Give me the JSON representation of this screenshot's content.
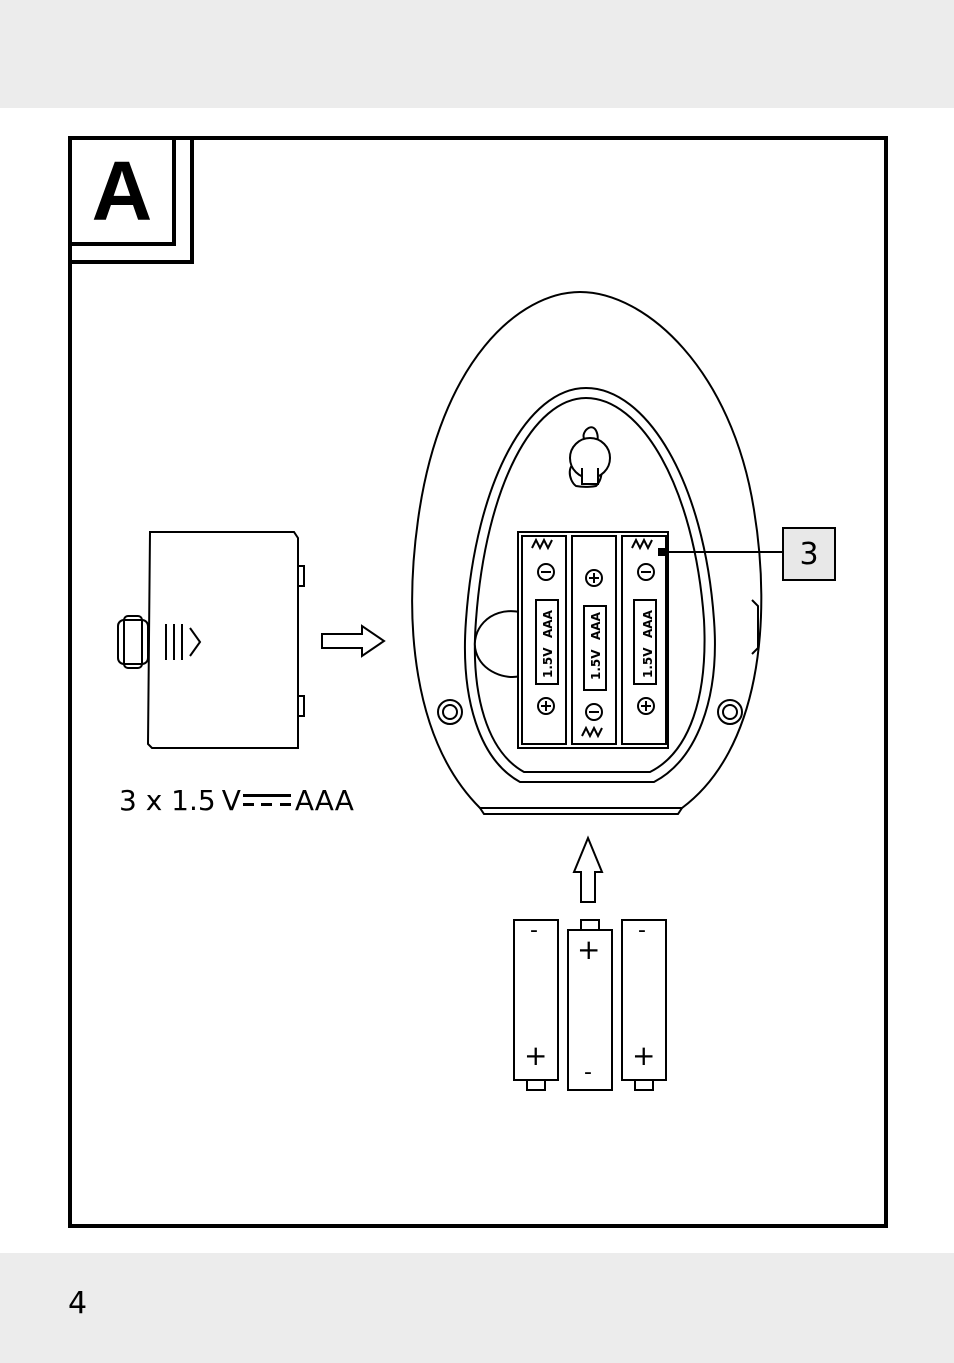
{
  "page": {
    "number": "4"
  },
  "figure": {
    "letter": "A",
    "callout": "3",
    "spec": {
      "count": "3 x 1.5",
      "unit": "V",
      "type": "AAA"
    },
    "compartment_labels": {
      "voltage": "1.5V",
      "type": "AAA"
    },
    "loose_batteries": [
      {
        "top": "-",
        "bottom": "+"
      },
      {
        "top": "+",
        "bottom": "-"
      },
      {
        "top": "-",
        "bottom": "+"
      }
    ]
  }
}
